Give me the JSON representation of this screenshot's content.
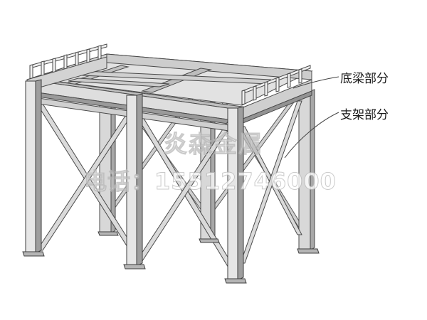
{
  "labels": {
    "base": "底梁部分",
    "support": "支架部分"
  },
  "watermark": {
    "company": "炎森金属",
    "phone": "电话：15512746000"
  },
  "colors": {
    "steel_light": "#e4e4e4",
    "steel_mid": "#c4c4c4",
    "steel_dark": "#8c8c8c",
    "outline": "#4a4a4a"
  }
}
